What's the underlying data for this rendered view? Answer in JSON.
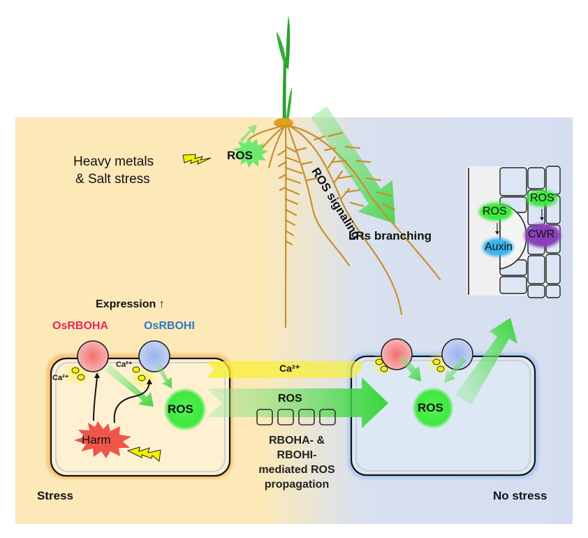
{
  "stress_factors": {
    "line1": "Heavy metals",
    "line2": "& Salt stress"
  },
  "root_ros_label": "ROS",
  "ros_signaling_label": "ROS signaling",
  "lrs_branching_label": "LRs branching",
  "inset": {
    "ros_left": "ROS",
    "auxin": "Auxin",
    "ros_right": "ROS",
    "cwr": "CWR"
  },
  "expression_label": "Expression ↑",
  "genes": {
    "rboha": {
      "label": "OsRBOHA",
      "color": "#e8245a"
    },
    "rbohi": {
      "label": "OsRBOHI",
      "color": "#2e78c8"
    }
  },
  "left_cell": {
    "ca_label_1": "Ca²⁺",
    "ca_label_2": "Ca²⁺",
    "ros_label": "ROS",
    "harm_label": "Harm",
    "condition": "Stress"
  },
  "propagation": {
    "ca_label": "Ca²⁺",
    "ros_label": "ROS",
    "caption_lines": [
      "RBOHA- &",
      "RBOHI-",
      "mediated ROS",
      "propagation"
    ]
  },
  "right_cell": {
    "ros_label": "ROS",
    "condition": "No stress"
  },
  "colors": {
    "stress_bg": "#fde9b8",
    "no_stress_bg": "#d7e0f1",
    "ros_green": "#3fe83f",
    "root_brown": "#c8902a",
    "ca_yellow": "#f4f000"
  }
}
